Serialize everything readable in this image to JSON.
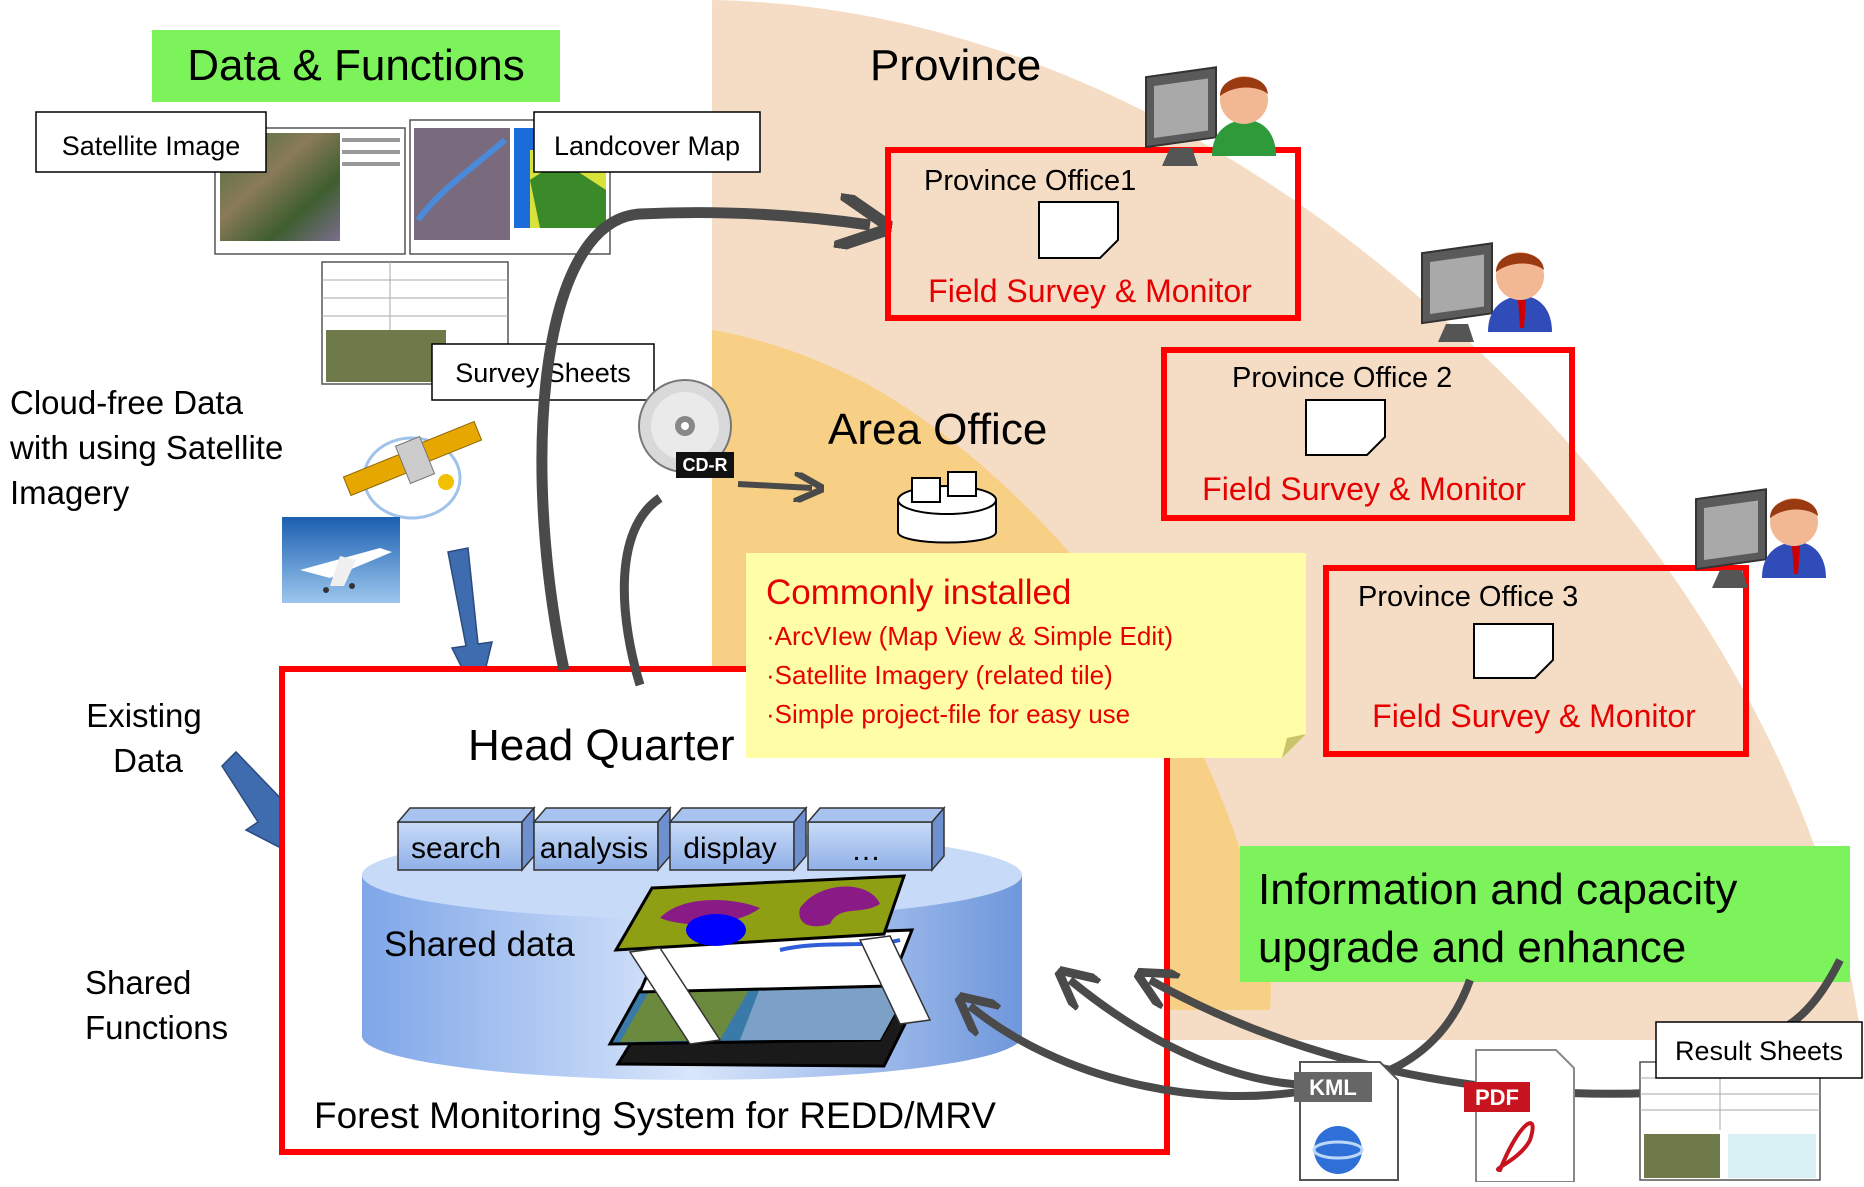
{
  "title_banner": "Data & Functions",
  "province": {
    "heading": "Province",
    "offices": [
      {
        "name": "Province Office1",
        "task": "Field Survey & Monitor"
      },
      {
        "name": "Province Office 2",
        "task": "Field Survey & Monitor"
      },
      {
        "name": "Province Office 3",
        "task": "Field Survey & Monitor"
      }
    ]
  },
  "area_office": {
    "heading": "Area Office",
    "note_title": "Commonly installed",
    "note_items": [
      "·ArcVIew (Map View & Simple Edit)",
      "·Satellite Imagery (related tile)",
      "·Simple project-file for easy use"
    ]
  },
  "data_inputs": {
    "satellite_image": "Satellite Image",
    "landcover_map": "Landcover Map",
    "survey_sheets": "Survey Sheets",
    "cloud_free": [
      "Cloud-free Data",
      "with using Satellite",
      "Imagery"
    ],
    "existing_data": [
      "Existing",
      "Data"
    ],
    "shared_functions": [
      "Shared",
      "Functions"
    ],
    "cd_label": "CD-R"
  },
  "head_quarter": {
    "heading": "Head Quarter",
    "functions": [
      "search",
      "analysis",
      "display",
      "…"
    ],
    "shared_data": "Shared data",
    "system_name": "Forest Monitoring System for REDD/MRV"
  },
  "info_banner": [
    "Information and capacity",
    "upgrade and enhance"
  ],
  "outputs": {
    "result_sheets": "Result Sheets",
    "kml_label": "KML",
    "pdf_label": "PDF"
  },
  "colors": {
    "province_band": "#f5dcc4",
    "area_band": "#f7cf85",
    "green_banner": "#7cf25b",
    "red_frame": "#ff0000",
    "red_text": "#e60000",
    "note_yellow": "#fffea6",
    "arrow_gray": "#4a4a4a",
    "arrow_blue": "#3f6cae"
  }
}
